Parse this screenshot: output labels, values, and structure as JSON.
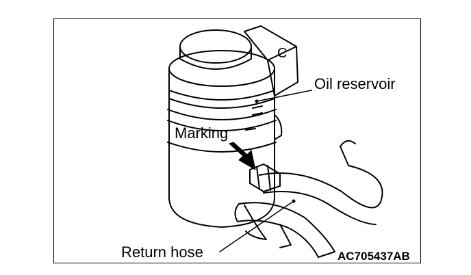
{
  "labels": {
    "oil_reservoir": "Oil reservoir",
    "marking": "Marking",
    "return_hose": "Return hose"
  },
  "figure_code": "AC705437AB",
  "bracket_letter": "C",
  "colors": {
    "line": "#000000",
    "background": "#ffffff"
  }
}
